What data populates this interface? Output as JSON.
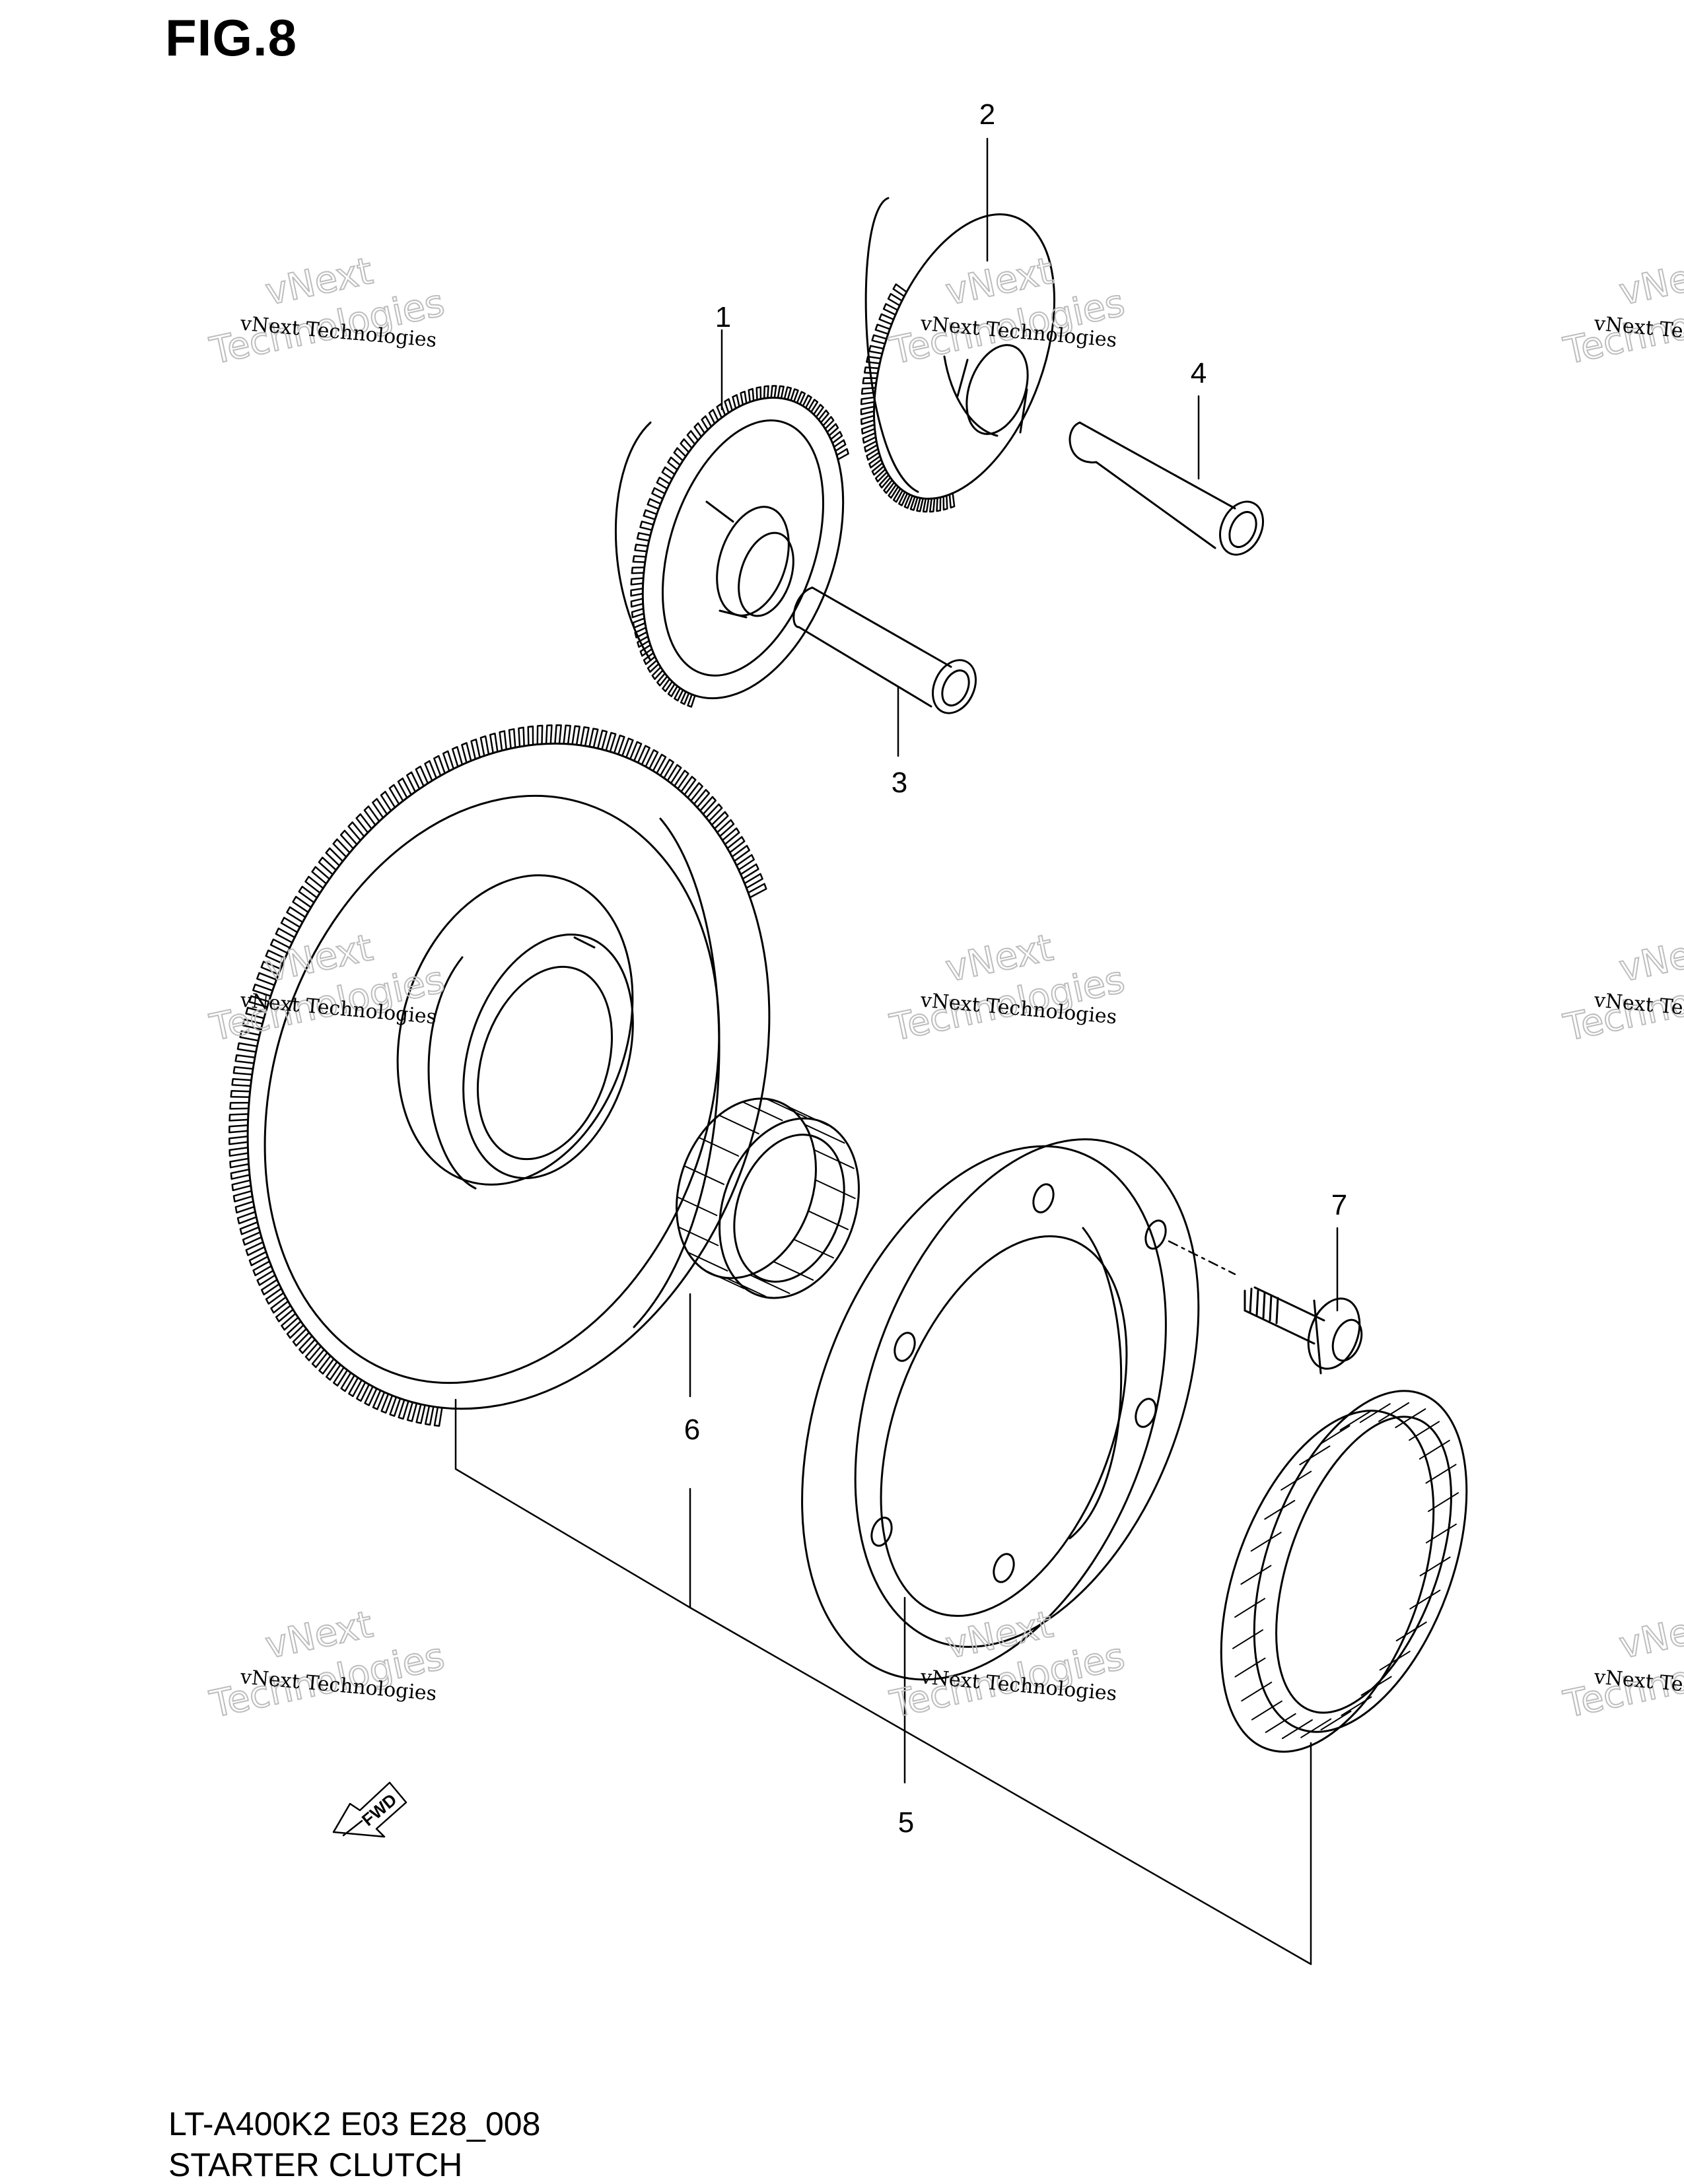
{
  "figure": {
    "title": "FIG.8",
    "model_code": "LT-A400K2 E03 E28_008",
    "name": "STARTER CLUTCH"
  },
  "callouts": [
    "1",
    "2",
    "3",
    "4",
    "5",
    "6",
    "7"
  ],
  "direction_marker": {
    "label": "FWD",
    "icon": "forward-arrow-icon"
  },
  "watermark": {
    "line_small": "vNext Technologies",
    "line_big_a": "vNext",
    "line_big_b": "Technologies"
  },
  "colors": {
    "ink": "#000000",
    "watermark": "#bdbdbd",
    "background": "#ffffff"
  }
}
